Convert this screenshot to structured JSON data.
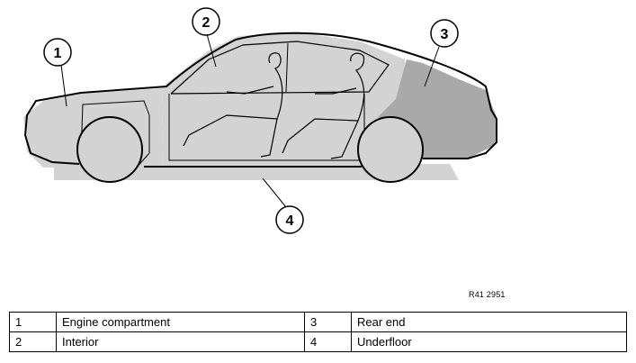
{
  "callouts": [
    {
      "number": "1"
    },
    {
      "number": "2"
    },
    {
      "number": "3"
    },
    {
      "number": "4"
    }
  ],
  "reference_code": "R41 2951",
  "legend": {
    "rows": [
      [
        {
          "number": "1",
          "label": "Engine compartment"
        },
        {
          "number": "3",
          "label": "Rear end"
        }
      ],
      [
        {
          "number": "2",
          "label": "Interior"
        },
        {
          "number": "4",
          "label": "Underfloor"
        }
      ]
    ]
  },
  "colors": {
    "zone_fill": "#d3d3d3",
    "rear_zone_fill": "#a9a9a9",
    "outline": "#000000"
  }
}
